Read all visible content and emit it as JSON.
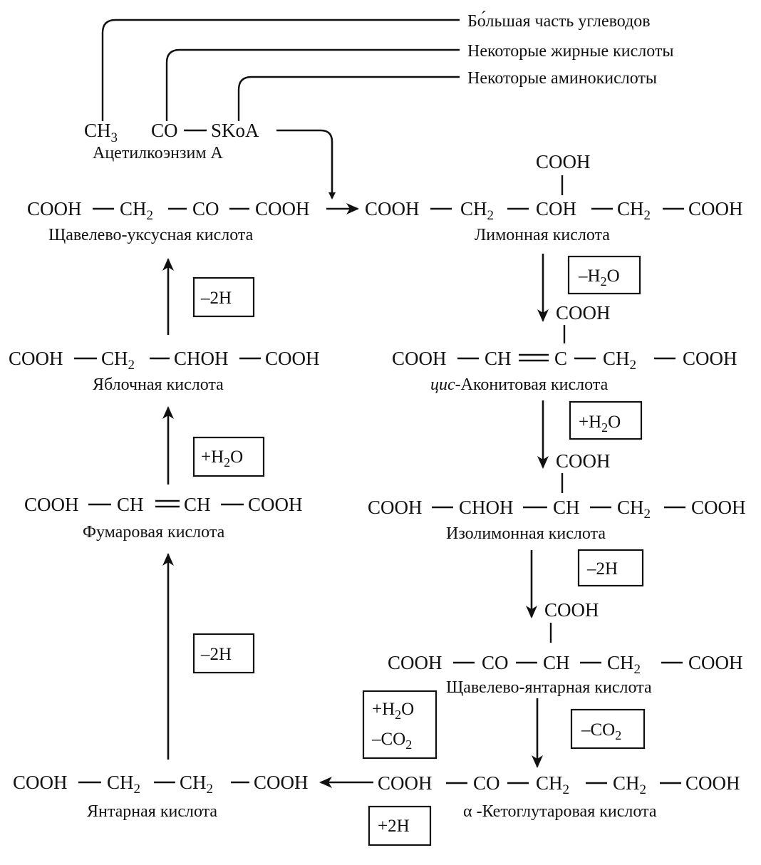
{
  "sources": {
    "carbs": "Бо́льшая часть углеводов",
    "fatty": "Некоторые жирные кислоты",
    "amino": "Некоторые аминокислоты"
  },
  "acetyl": {
    "ch3": "CH",
    "ch3_sub": "3",
    "co": "CO",
    "skoa": "SKoA",
    "name": "Ацетилкоэнзим А"
  },
  "oxaloacetic": {
    "formula": [
      "COOH",
      "CH",
      "CO",
      "COOH"
    ],
    "ch2_sub": "2",
    "name": "Щавелево-уксусная кислота"
  },
  "citric": {
    "top": "COOH",
    "formula": [
      "COOH",
      "CH",
      "COH",
      "CH",
      "COOH"
    ],
    "sub": "2",
    "name": "Лимонная кислота"
  },
  "aconitic": {
    "top": "COOH",
    "formula": [
      "COOH",
      "CH",
      "C",
      "CH",
      "COOH"
    ],
    "sub": "2",
    "name_italic": "цис",
    "name_rest": "-Аконитовая кислота"
  },
  "isocitric": {
    "top": "COOH",
    "formula": [
      "COOH",
      "CHOH",
      "CH",
      "CH",
      "COOH"
    ],
    "sub": "2",
    "name": "Изолимонная кислота"
  },
  "oxalosuccinic": {
    "top": "COOH",
    "formula": [
      "COOH",
      "CO",
      "CH",
      "CH",
      "COOH"
    ],
    "sub": "2",
    "name": "Щавелево-янтарная кислота"
  },
  "ketoglutaric": {
    "formula": [
      "COOH",
      "CO",
      "CH",
      "CH",
      "COOH"
    ],
    "sub": "2",
    "name": "α -Кетоглутаровая кислота"
  },
  "succinic": {
    "formula": [
      "COOH",
      "CH",
      "CH",
      "COOH"
    ],
    "sub": "2",
    "name": "Янтарная кислота"
  },
  "fumaric": {
    "formula": [
      "COOH",
      "CH",
      "CH",
      "COOH"
    ],
    "name": "Фумаровая кислота"
  },
  "malic": {
    "formula": [
      "COOH",
      "CH",
      "CHOH",
      "COOH"
    ],
    "sub": "2",
    "name": "Яблочная кислота"
  },
  "steps": {
    "minus_h2o": {
      "pre": "–H",
      "sub": "2",
      "post": "O"
    },
    "plus_h2o_aco": {
      "pre": "+H",
      "sub": "2",
      "post": "O"
    },
    "minus_2h_iso": "–2H",
    "minus_co2": {
      "pre": "–CO",
      "sub": "2"
    },
    "h2o_co2": {
      "l1_pre": "+H",
      "l1_sub": "2",
      "l1_post": "O",
      "l2_pre": "–CO",
      "l2_sub": "2"
    },
    "plus_2h": "+2H",
    "minus_2h_succ": "–2H",
    "plus_h2o_fum": {
      "pre": "+H",
      "sub": "2",
      "post": "O"
    },
    "minus_2h_mal": "–2H"
  }
}
